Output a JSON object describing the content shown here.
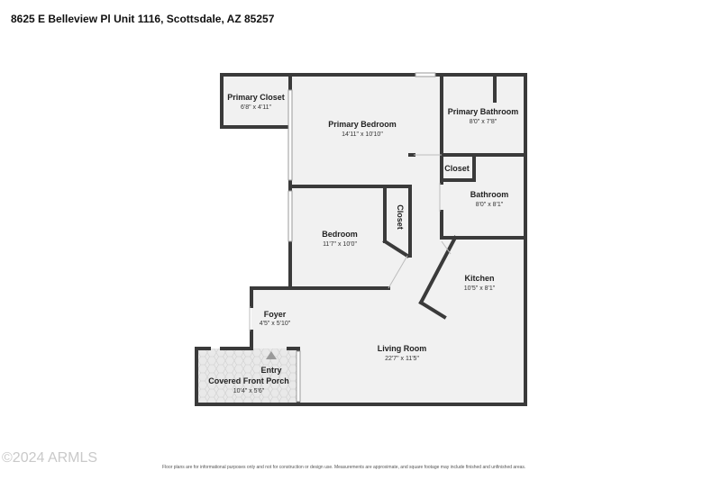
{
  "header": {
    "address": "8625 E Belleview Pl Unit 1116, Scottsdale, AZ 85257"
  },
  "rooms": {
    "primary_closet": {
      "name": "Primary Closet",
      "dims": "6'8\" x 4'11\""
    },
    "primary_bedroom": {
      "name": "Primary Bedroom",
      "dims": "14'11\" x 10'10\""
    },
    "primary_bathroom": {
      "name": "Primary Bathroom",
      "dims": "8'0\" x 7'8\""
    },
    "closet_hall": {
      "name": "Closet"
    },
    "bathroom": {
      "name": "Bathroom",
      "dims": "8'0\" x 8'1\""
    },
    "closet_bed": {
      "name": "Closet"
    },
    "bedroom": {
      "name": "Bedroom",
      "dims": "11'7\" x 10'0\""
    },
    "kitchen": {
      "name": "Kitchen",
      "dims": "10'5\" x 8'1\""
    },
    "foyer": {
      "name": "Foyer",
      "dims": "4'5\" x 5'10\""
    },
    "living_room": {
      "name": "Living Room",
      "dims": "22'7\" x 11'5\""
    },
    "entry": {
      "name": "Entry"
    },
    "porch": {
      "name": "Covered Front Porch",
      "dims": "10'4\" x 5'6\""
    }
  },
  "footer": {
    "watermark": "©2024 ARMLS",
    "disclaimer": "Floor plans are for informational purposes only and not for construction or design use. Measurements are approximate, and square footage may include finished and unfinished areas."
  },
  "colors": {
    "wall": "#3a3a3a",
    "floor": "#f1f1f1",
    "porch": "#e6e6e6"
  }
}
